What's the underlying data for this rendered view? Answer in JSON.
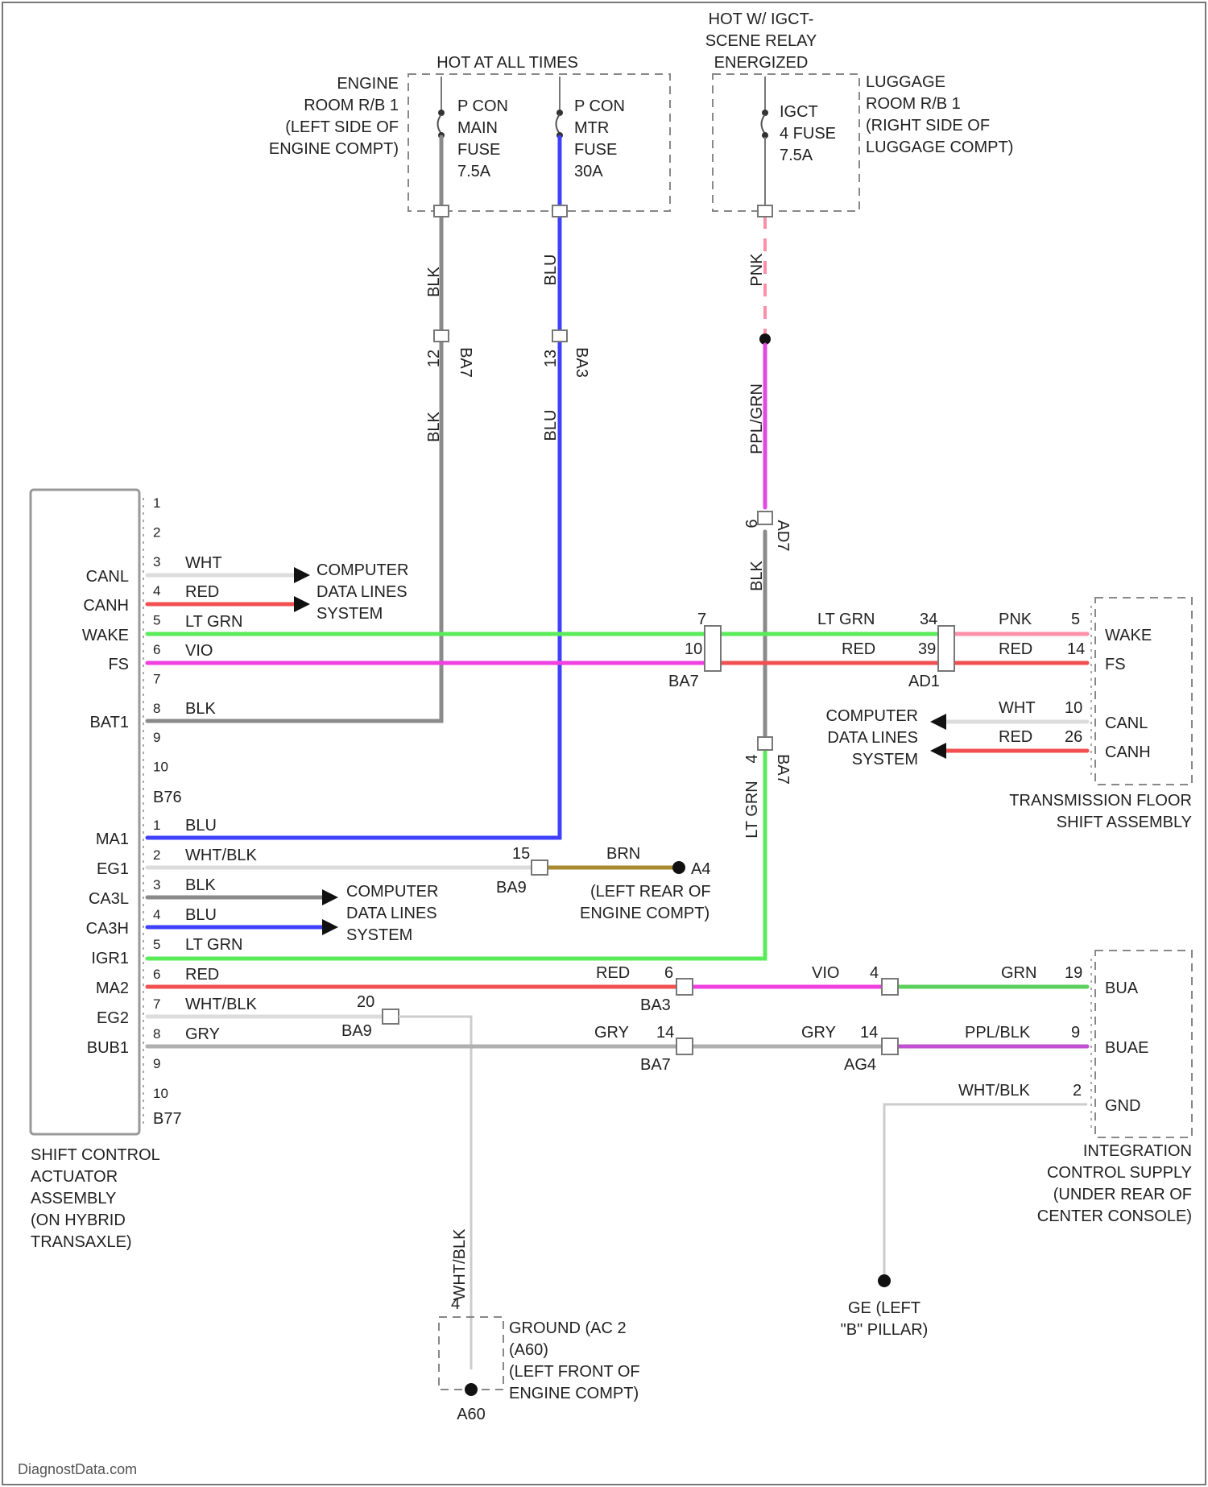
{
  "diagram": {
    "top": {
      "hot_at_all_times": "HOT AT ALL TIMES",
      "hot_relay": [
        "HOT W/ IGCT-",
        "SCENE RELAY",
        "ENERGIZED"
      ],
      "engine_room_rb": [
        "ENGINE",
        "ROOM R/B 1",
        "(LEFT SIDE OF",
        "ENGINE COMPT)"
      ],
      "luggage_room_rb": [
        "LUGGAGE",
        "ROOM R/B 1",
        "(RIGHT SIDE OF",
        "LUGGAGE COMPT)"
      ],
      "fuse1": [
        "P CON",
        "MAIN",
        "FUSE",
        "7.5A"
      ],
      "fuse2": [
        "P CON",
        "MTR",
        "FUSE",
        "30A"
      ],
      "fuse3": [
        "IGCT",
        "4 FUSE",
        "7.5A"
      ]
    },
    "vertical_wires": {
      "w1_color": "BLK",
      "w1_pin": "12",
      "w1_conn": "BA7",
      "w2_color": "BLU",
      "w2_pin": "13",
      "w2_conn": "BA3",
      "w3_top": "PNK",
      "w3_mid": "PPL/GRN",
      "w3_conn_pin": "6",
      "w3_conn": "AD7",
      "w3_low": "BLK",
      "w3_low_pin": "4",
      "w3_low_conn": "BA7",
      "w4_color": "LT GRN"
    },
    "actuator": {
      "name": [
        "SHIFT CONTROL",
        "ACTUATOR",
        "ASSEMBLY",
        "(ON HYBRID",
        "TRANSAXLE)"
      ],
      "conn1": "B76",
      "conn2": "B77",
      "top_pins": [
        "1",
        "2",
        "3",
        "4",
        "5",
        "6",
        "7",
        "8",
        "9",
        "10"
      ],
      "bottom_pins": [
        "1",
        "2",
        "3",
        "4",
        "5",
        "6",
        "7",
        "8",
        "9",
        "10"
      ],
      "labels_top": [
        "CANL",
        "CANH",
        "WAKE",
        "FS",
        "BAT1"
      ],
      "labels_bottom": [
        "MA1",
        "EG1",
        "CA3L",
        "CA3H",
        "IGR1",
        "MA2",
        "EG2",
        "BUB1"
      ],
      "wire_colors_top": [
        "WHT",
        "RED",
        "LT GRN",
        "VIO",
        "BLK"
      ],
      "wire_colors_bottom": [
        "BLU",
        "WHT/BLK",
        "BLK",
        "BLU",
        "LT GRN",
        "RED",
        "WHT/BLK",
        "GRY"
      ]
    },
    "computer_lines": [
      "COMPUTER",
      "DATA LINES",
      "SYSTEM"
    ],
    "mid_connectors": {
      "wake_pin": "7",
      "wake_color2": "LT GRN",
      "wake_pin2": "34",
      "wake_color3": "PNK",
      "wake_pin3": "5",
      "fs_pin": "10",
      "fs_color2": "RED",
      "fs_pin2": "39",
      "fs_color3": "RED",
      "fs_pin3": "14",
      "bat_conn": "BA7",
      "ad_conn": "AD1"
    },
    "floor_shift": {
      "name": [
        "TRANSMISSION FLOOR",
        "SHIFT ASSEMBLY"
      ],
      "pins": [
        "WAKE",
        "FS",
        "CANL",
        "CANH"
      ],
      "canl_color": "WHT",
      "canl_pin": "10",
      "canh_color": "RED",
      "canh_pin": "26"
    },
    "eg1_branch": {
      "pin": "15",
      "conn": "BA9",
      "color": "BRN",
      "ground": "A4",
      "location": [
        "(LEFT REAR OF",
        "ENGINE COMPT)"
      ]
    },
    "lower_connectors": {
      "ma2_color2": "RED",
      "ma2_pin": "6",
      "ma2_conn": "BA3",
      "ma2_color3": "VIO",
      "ma2_pin3": "4",
      "ma2_color4": "GRN",
      "ma2_pin4": "19",
      "eg2_pin": "20",
      "eg2_conn": "BA9",
      "bub_color2": "GRY",
      "bub_pin2": "14",
      "bub_conn": "BA7",
      "bub_color3": "GRY",
      "bub_pin3": "14",
      "bub_conn3": "AG4",
      "bub_color4": "PPL/BLK",
      "bub_pin4": "9",
      "gnd_color": "WHT/BLK",
      "gnd_pin": "2"
    },
    "integration": {
      "name": [
        "INTEGRATION",
        "CONTROL SUPPLY",
        "(UNDER REAR OF",
        "CENTER CONSOLE)"
      ],
      "pins": [
        "BUA",
        "BUAE",
        "GND"
      ]
    },
    "ground_ac": {
      "color": "WHT/BLK",
      "pin": "4",
      "label": [
        "GROUND (AC 2",
        "(A60)",
        "(LEFT FRONT OF",
        "ENGINE COMPT)"
      ],
      "id": "A60"
    },
    "ground_ge": {
      "label": [
        "GE (LEFT",
        "\"B\" PILLAR)"
      ]
    },
    "watermark": "DiagnostData.com",
    "colors": {
      "blk": "#888888",
      "blu": "#4040ff",
      "pnk": "#ff8fa8",
      "ppl": "#e04ae0",
      "ltgrn": "#5aeb5a",
      "red": "#f25050",
      "vio": "#f040e0",
      "wht": "#dcdcdc",
      "brn": "#a88a30",
      "grn": "#5bd05b",
      "gry": "#b0b0b0",
      "pplblk": "#c050d0"
    }
  }
}
